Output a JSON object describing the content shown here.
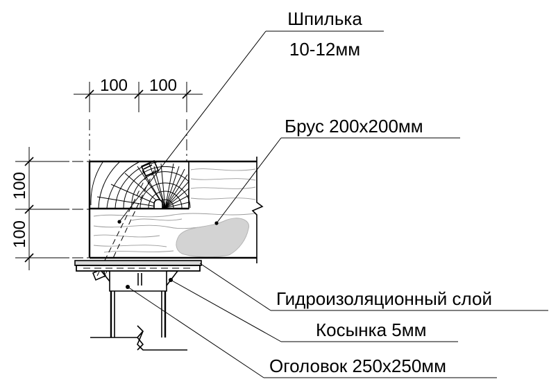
{
  "labels": {
    "stud_line1": "Шпилька",
    "stud_line2": "10-12мм",
    "beam": "Брус 200x200мм",
    "waterproof": "Гидроизоляционный слой",
    "gusset": "Косынка 5мм",
    "cap": "Оголовок 250x250мм"
  },
  "dimensions": {
    "top_left": "100",
    "top_right": "100",
    "side_top": "100",
    "side_bottom": "100"
  }
}
